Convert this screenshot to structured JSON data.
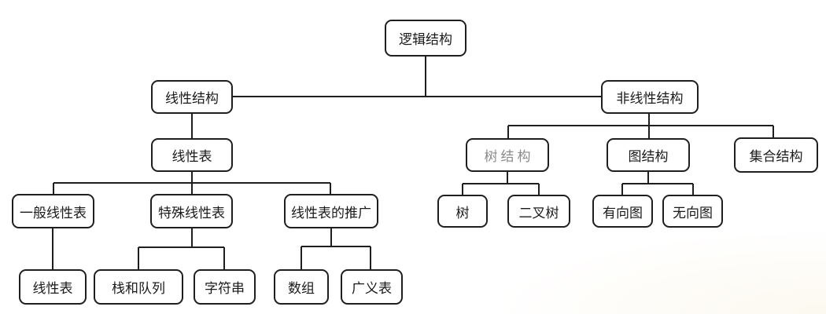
{
  "diagram": {
    "nodes": {
      "root": {
        "label": "逻辑结构"
      },
      "linear": {
        "label": "线性结构"
      },
      "nonlinear": {
        "label": "非线性结构"
      },
      "linear_list_mid": {
        "label": "线性表"
      },
      "tree_structure": {
        "label": "树结构"
      },
      "graph_structure": {
        "label": "图结构"
      },
      "set_structure": {
        "label": "集合结构"
      },
      "general_linear_list": {
        "label": "一般线性表"
      },
      "special_linear_list": {
        "label": "特殊线性表"
      },
      "linear_list_extension": {
        "label": "线性表的推广"
      },
      "tree": {
        "label": "树"
      },
      "binary_tree": {
        "label": "二叉树"
      },
      "directed_graph": {
        "label": "有向图"
      },
      "undirected_graph": {
        "label": "无向图"
      },
      "linear_list_bottom": {
        "label": "线性表"
      },
      "stack_queue": {
        "label": "栈和队列"
      },
      "string": {
        "label": "字符串"
      },
      "array": {
        "label": "数组"
      },
      "generalized_list": {
        "label": "广义表"
      }
    },
    "edges": [
      {
        "from": "逻辑结构",
        "to": [
          "线性结构",
          "非线性结构"
        ]
      },
      {
        "from": "线性结构",
        "to": [
          "线性表"
        ]
      },
      {
        "from": "线性表",
        "to": [
          "一般线性表",
          "特殊线性表",
          "线性表的推广"
        ]
      },
      {
        "from": "一般线性表",
        "to": [
          "线性表"
        ]
      },
      {
        "from": "特殊线性表",
        "to": [
          "栈和队列",
          "字符串"
        ]
      },
      {
        "from": "线性表的推广",
        "to": [
          "数组",
          "广义表"
        ]
      },
      {
        "from": "非线性结构",
        "to": [
          "树结构",
          "图结构",
          "集合结构"
        ]
      },
      {
        "from": "树结构",
        "to": [
          "树",
          "二叉树"
        ]
      },
      {
        "from": "图结构",
        "to": [
          "有向图",
          "无向图"
        ]
      }
    ],
    "colors": {
      "background": "#ffffff",
      "box_border": "#1f1f1f",
      "line": "#1f1f1f",
      "text": "#1a1a1a",
      "muted_text": "#8a8a8a"
    }
  }
}
